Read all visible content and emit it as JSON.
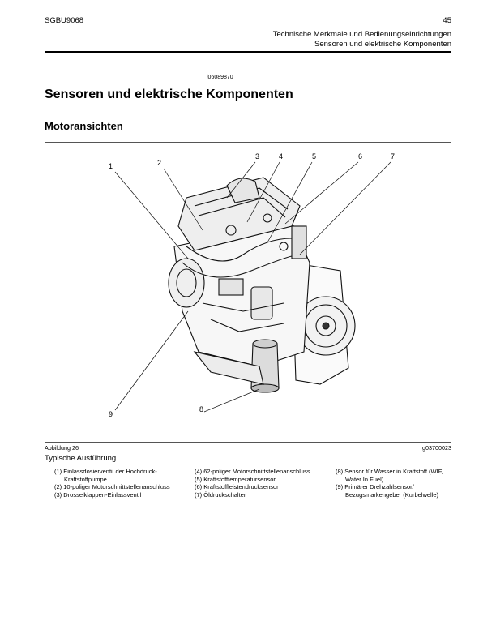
{
  "header": {
    "doc_code": "SGBU9068",
    "page_number": "45",
    "section": "Technische Merkmale und Bedienungseinrichtungen",
    "subsection": "Sensoren und elektrische Komponenten"
  },
  "image_id": "i06089870",
  "title": "Sensoren und elektrische Komponenten",
  "subtitle": "Motoransichten",
  "figure": {
    "callouts": [
      "1",
      "2",
      "3",
      "4",
      "5",
      "6",
      "7",
      "8",
      "9"
    ],
    "caption_number": "Abbildung 26",
    "graphic_id": "g03700023",
    "caption_title": "Typische Ausführung"
  },
  "legend": {
    "col1": [
      "(1) Einlassdosierventil der Hochdruck-Kraftstoffpumpe",
      "(2) 10-poliger Motorschnittstellenanschluss",
      "(3) Drosselklappen-Einlassventil"
    ],
    "col2": [
      "(4) 62-poliger Motorschnittstellenanschluss",
      "(5) Kraftstofftemperatursensor",
      "(6) Kraftstoffleistendrucksensor",
      "(7) Öldruckschalter"
    ],
    "col3": [
      "(8) Sensor für Wasser in Kraftstoff (WIF, Water In Fuel)",
      "(9) Primärer Drehzahlsensor/ Bezugsmarkengeber (Kurbelwelle)"
    ]
  }
}
